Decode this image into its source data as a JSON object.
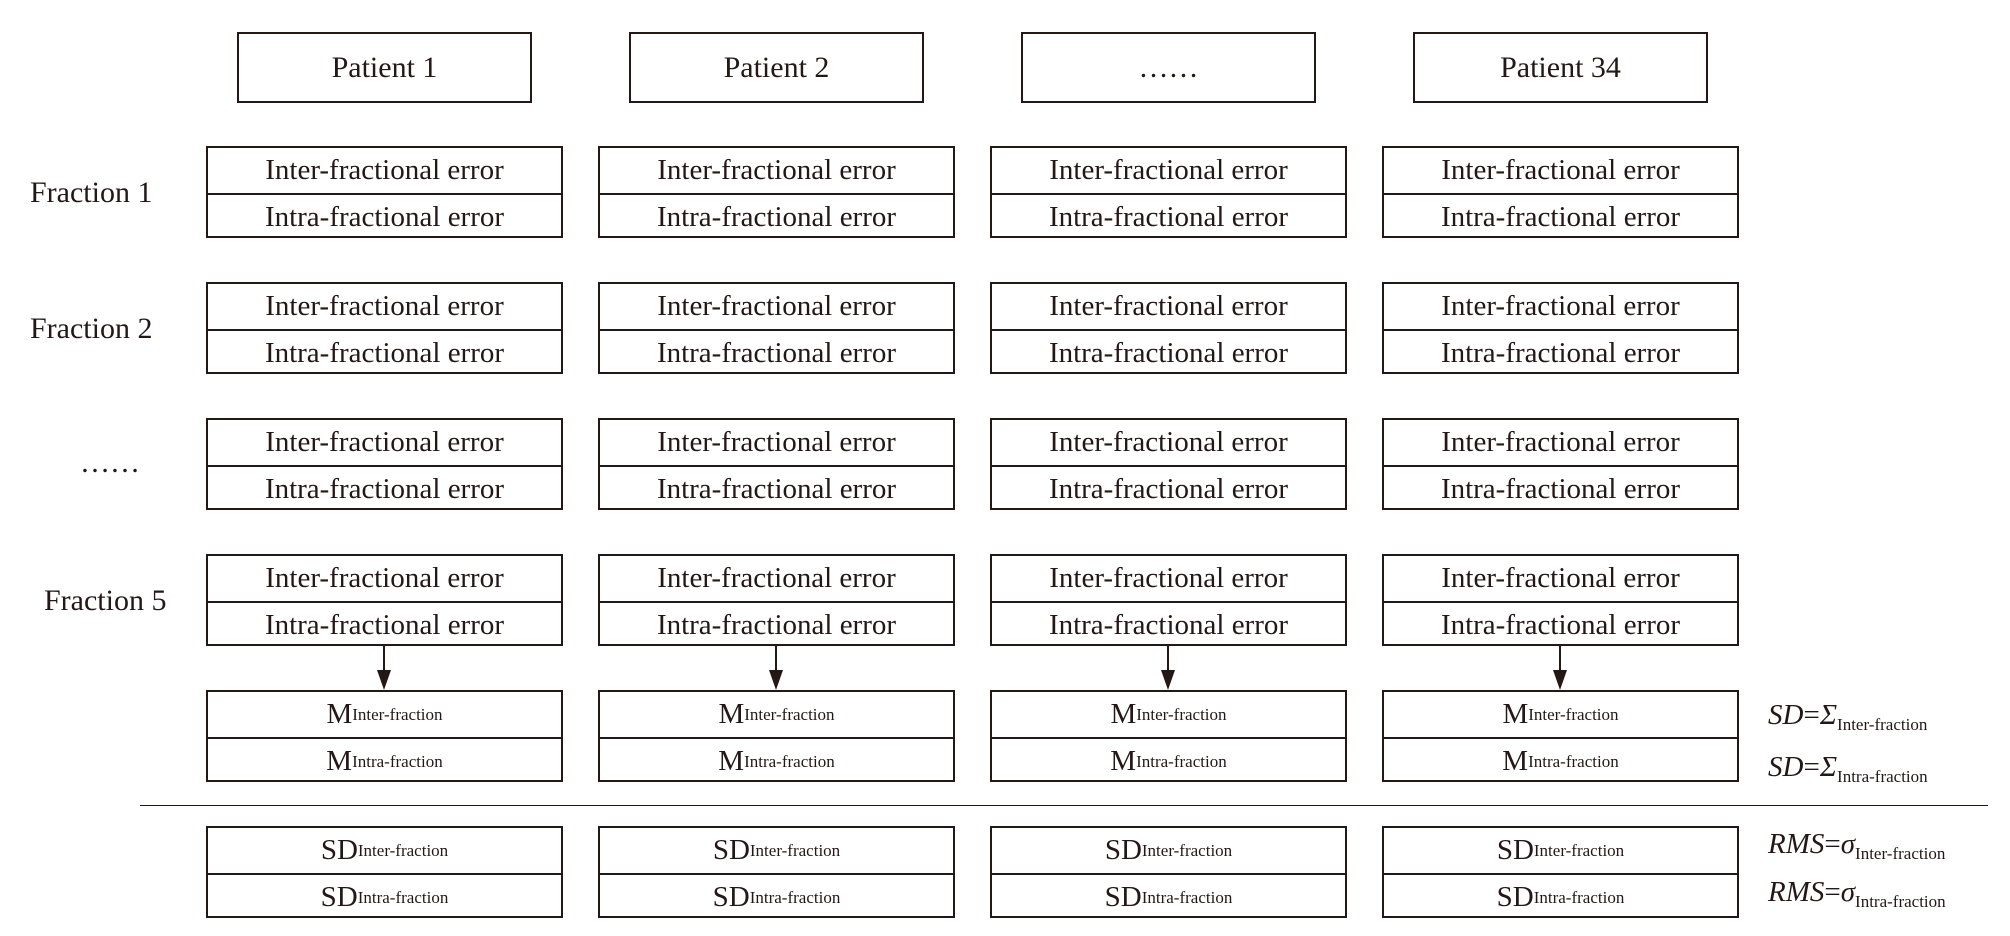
{
  "patients": [
    "Patient 1",
    "Patient 2",
    "……",
    "Patient 34"
  ],
  "fractions": [
    "Fraction 1",
    "Fraction 2",
    "……",
    "Fraction 5"
  ],
  "error_cell": {
    "inter": "Inter-fractional error",
    "intra": "Intra-fractional error"
  },
  "mean_cell": {
    "base": "M",
    "inter_sub": "Inter-fraction",
    "intra_sub": "Intra-fraction"
  },
  "sd_cell": {
    "base": "SD",
    "inter_sub": "Inter-fraction",
    "intra_sub": "Intra-fraction"
  },
  "formulas": {
    "sd_lhs": "SD",
    "sd_eq": "=",
    "sd_sym": "Σ",
    "rms_lhs": "RMS",
    "rms_eq": "=",
    "rms_sym": "σ",
    "inter_sub": "Inter-fraction",
    "intra_sub": "Intra-fraction"
  },
  "colors": {
    "stroke": "#231815",
    "background": "#ffffff"
  }
}
